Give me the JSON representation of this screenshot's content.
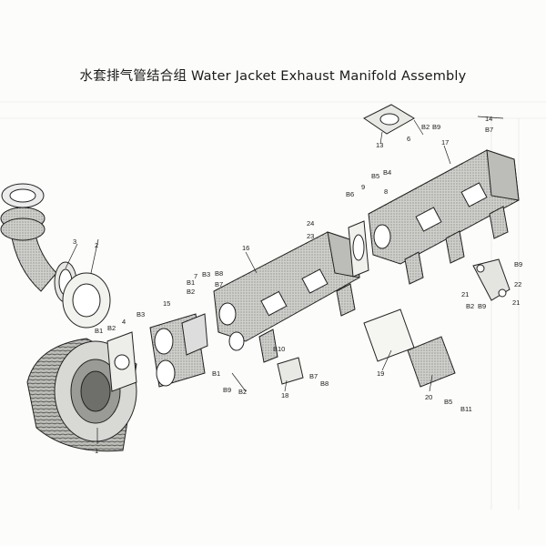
{
  "title": "水套排气管结合组  Water Jacket Exhaust Manifold Assembly",
  "callouts": [
    {
      "id": "c-13",
      "text": "13"
    },
    {
      "id": "c-6",
      "text": "6"
    },
    {
      "id": "c-b2-top",
      "text": "B2"
    },
    {
      "id": "c-b9-top",
      "text": "B9"
    },
    {
      "id": "c-14",
      "text": "14"
    },
    {
      "id": "c-b7-top",
      "text": "B7"
    },
    {
      "id": "c-17",
      "text": "17"
    },
    {
      "id": "c-b5-top",
      "text": "B5"
    },
    {
      "id": "c-b4",
      "text": "B4"
    },
    {
      "id": "c-8",
      "text": "8"
    },
    {
      "id": "c-9",
      "text": "9"
    },
    {
      "id": "c-b6",
      "text": "B6"
    },
    {
      "id": "c-24",
      "text": "24"
    },
    {
      "id": "c-23",
      "text": "23"
    },
    {
      "id": "c-3",
      "text": "3"
    },
    {
      "id": "c-2",
      "text": "2"
    },
    {
      "id": "c-16",
      "text": "16"
    },
    {
      "id": "c-b1-a",
      "text": "B1"
    },
    {
      "id": "c-b2-a",
      "text": "B2"
    },
    {
      "id": "c-b8-a",
      "text": "B8"
    },
    {
      "id": "c-b7-a",
      "text": "B7"
    },
    {
      "id": "c-b3-a",
      "text": "B3"
    },
    {
      "id": "c-7",
      "text": "7"
    },
    {
      "id": "c-15",
      "text": "15"
    },
    {
      "id": "c-b3-b",
      "text": "B3"
    },
    {
      "id": "c-4",
      "text": "4"
    },
    {
      "id": "c-b1-b",
      "text": "B1"
    },
    {
      "id": "c-b2-b",
      "text": "B2"
    },
    {
      "id": "c-b9-r",
      "text": "B9"
    },
    {
      "id": "c-22",
      "text": "22"
    },
    {
      "id": "c-21-a",
      "text": "21"
    },
    {
      "id": "c-b2-r",
      "text": "B2"
    },
    {
      "id": "c-b9-r2",
      "text": "B9"
    },
    {
      "id": "c-21-b",
      "text": "21"
    },
    {
      "id": "c-b10",
      "text": "B10"
    },
    {
      "id": "c-b1-c",
      "text": "B1"
    },
    {
      "id": "c-b9-c",
      "text": "B9"
    },
    {
      "id": "c-b2-c",
      "text": "B2"
    },
    {
      "id": "c-18",
      "text": "18"
    },
    {
      "id": "c-b7-c",
      "text": "B7"
    },
    {
      "id": "c-b8-c",
      "text": "B8"
    },
    {
      "id": "c-19",
      "text": "19"
    },
    {
      "id": "c-20",
      "text": "20"
    },
    {
      "id": "c-b5-bot",
      "text": "B5"
    },
    {
      "id": "c-b11",
      "text": "B11"
    },
    {
      "id": "c-1",
      "text": "1"
    }
  ]
}
